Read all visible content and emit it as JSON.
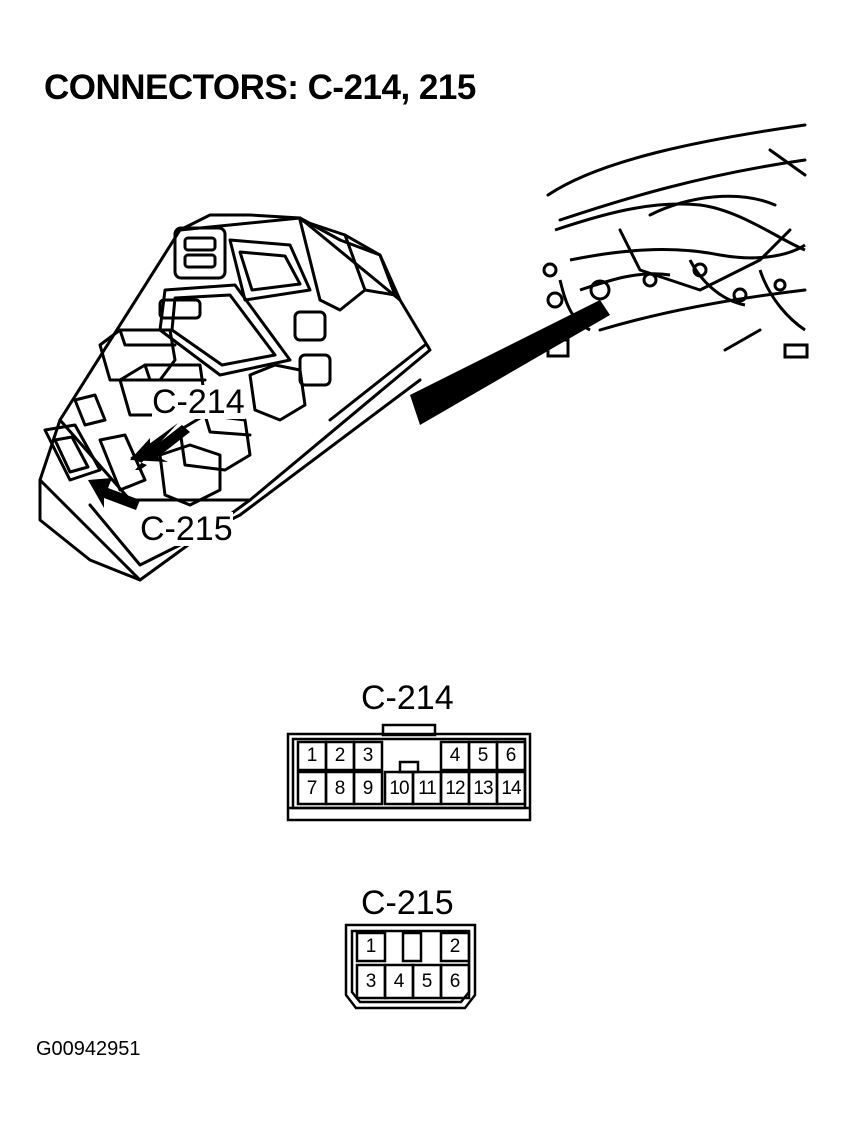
{
  "title": "CONNECTORS: C-214, 215",
  "callouts": {
    "c214": "C-214",
    "c215": "C-215"
  },
  "connectors": [
    {
      "name": "C-214",
      "pins": [
        "1",
        "2",
        "3",
        "4",
        "5",
        "6",
        "7",
        "8",
        "9",
        "10",
        "11",
        "12",
        "13",
        "14"
      ]
    },
    {
      "name": "C-215",
      "pins": [
        "1",
        "2",
        "3",
        "4",
        "5",
        "6"
      ]
    }
  ],
  "figure_id": "G00942951"
}
